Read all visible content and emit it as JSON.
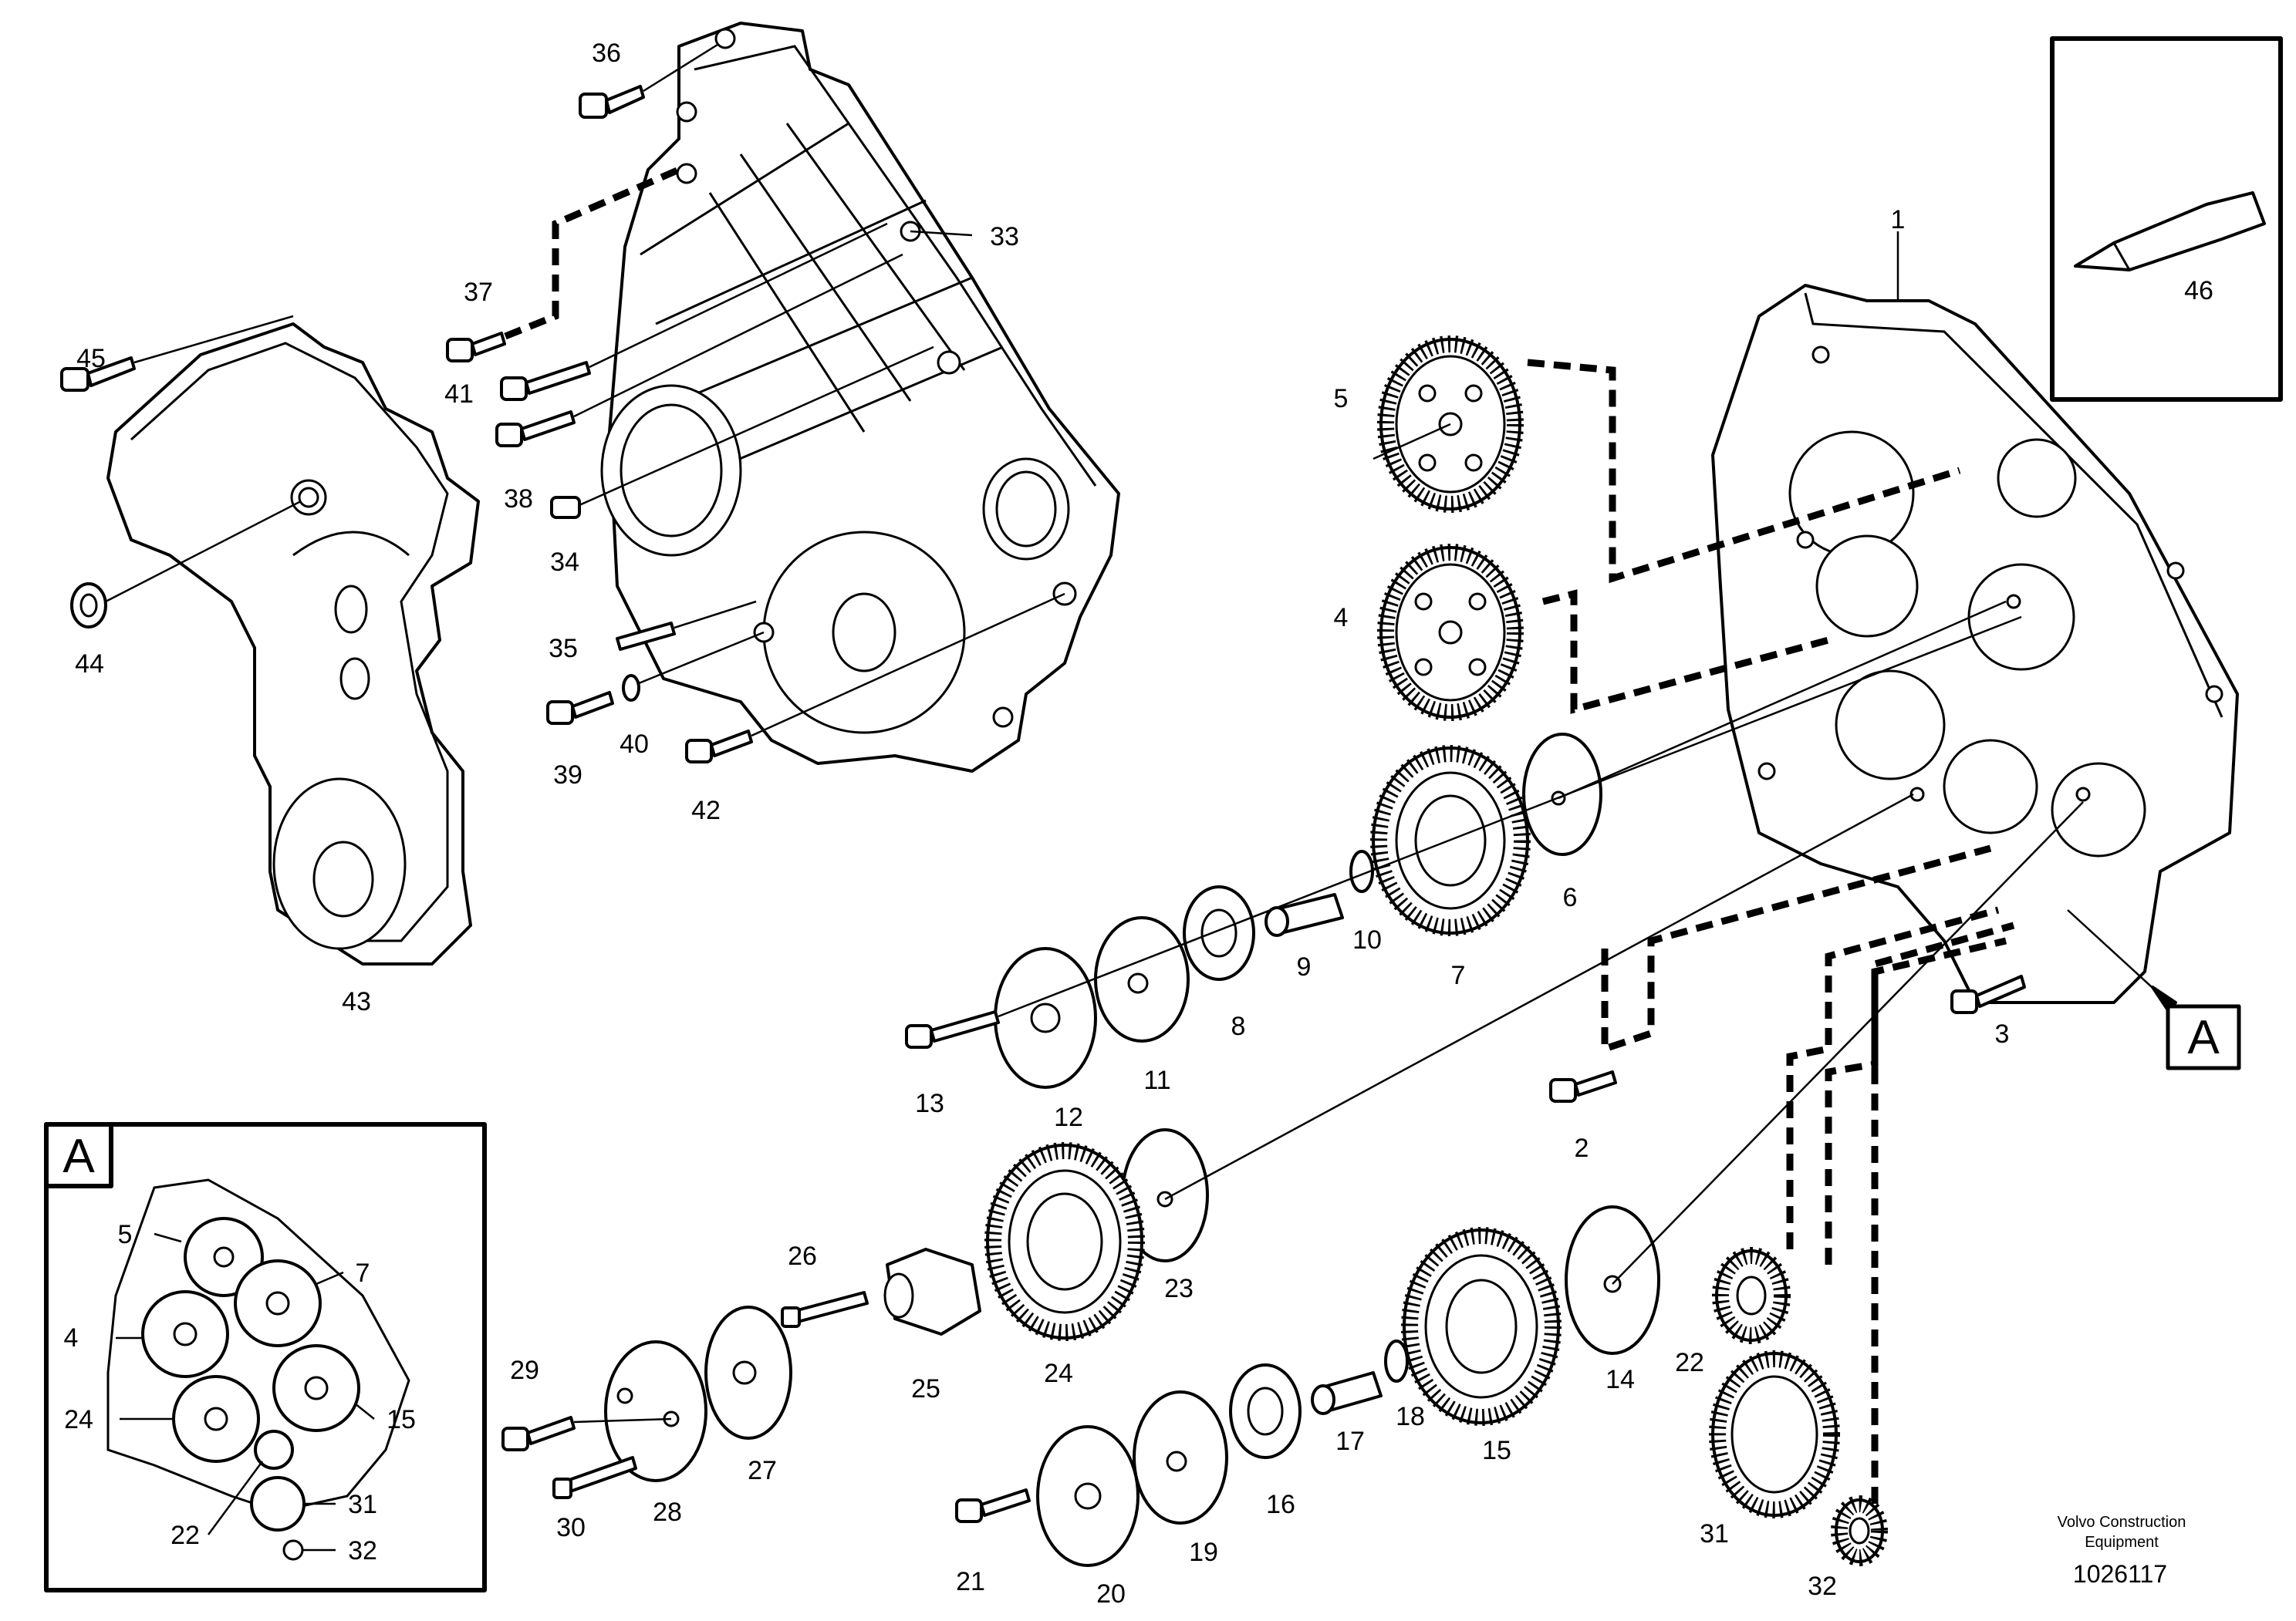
{
  "labels": {
    "p1": "1",
    "p2": "2",
    "p3": "3",
    "p4": "4",
    "p5": "5",
    "p6": "6",
    "p7": "7",
    "p8": "8",
    "p9": "9",
    "p10": "10",
    "p11": "11",
    "p12": "12",
    "p13": "13",
    "p14": "14",
    "p15": "15",
    "p17": "17",
    "p18": "18",
    "p19": "19",
    "p20": "20",
    "p21": "21",
    "p22": "22",
    "p23": "23",
    "p24": "24",
    "p25": "25",
    "p26": "26",
    "p27": "27",
    "p28": "28",
    "p29": "29",
    "p30": "30",
    "p31": "31",
    "p32": "32",
    "p33": "33",
    "p34": "34",
    "p35": "35",
    "p36": "36",
    "p37": "37",
    "p38": "38",
    "p39": "39",
    "p40": "40",
    "p41": "41",
    "p42": "42",
    "p43": "43",
    "p44": "44",
    "p45": "45",
    "p46": "46",
    "p16": "16"
  },
  "detail": {
    "callout": "A",
    "inset_title": "A",
    "labels": {
      "p5": "5",
      "p7": "7",
      "p4": "4",
      "p24": "24",
      "p15": "15",
      "p31": "31",
      "p22": "22",
      "p32": "32"
    }
  },
  "footer": {
    "credit_line1": "Volvo Construction",
    "credit_line2": "Equipment",
    "doc_number": "1026117"
  }
}
